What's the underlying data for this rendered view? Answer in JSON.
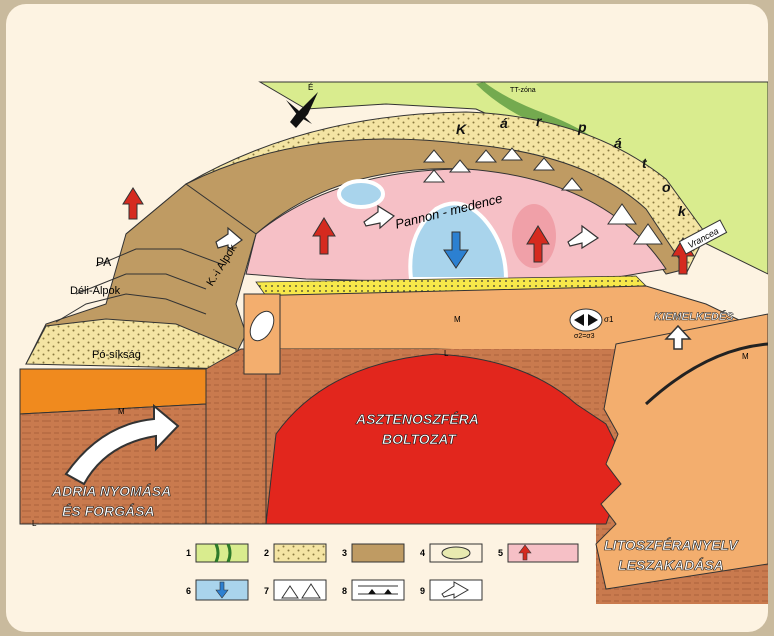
{
  "colors": {
    "background": "#fdf3e2",
    "border": "#c9ba9d",
    "carpathians": "#d9ec8e",
    "flysch": "#f4e4a3",
    "mountains": "#bf9b63",
    "basin": "#f6c0c6",
    "upwelling": "#a9d4ec",
    "crust": "#f3ae6e",
    "mantle": "#c97a4e",
    "asthenosphere": "#e2261d",
    "arrow_red": "#d52a1f",
    "arrow_blue": "#2c80d1"
  },
  "labels": {
    "tt_zone": "TT-zóna",
    "karpatok": [
      "K",
      "á",
      "r",
      "p",
      "á",
      "t",
      "o",
      "k"
    ],
    "pannon_medence": "Pannon - medence",
    "k_alpok": "K.-i Alpok",
    "pa": "PA",
    "deli_alpok": "Déli-Alpok",
    "po_siksag": "Pó-síkság",
    "adria": [
      "ADRIA NYOMÁSA",
      "ÉS FORGÁSA"
    ],
    "asztenoszfera": [
      "ASZTENOSZFÉRA",
      "BOLTOZAT"
    ],
    "litoszfera": [
      "LITOSZFÉRANYELV",
      "LESZAKADÁSA"
    ],
    "kiemelkedes": "KIEMELKEDÉS",
    "vrancea": "Vrancea",
    "moho": "M",
    "litho": "L",
    "compass_e": "É",
    "sigma1": "σ1",
    "sigma23": "σ2=σ3"
  },
  "legend": [
    {
      "num": "1",
      "icon": "carpathian-flysch-icon"
    },
    {
      "num": "2",
      "icon": "sediment-dots-icon"
    },
    {
      "num": "3",
      "icon": "mountain-fill-icon"
    },
    {
      "num": "4",
      "icon": "compression-ellipse-icon"
    },
    {
      "num": "5",
      "icon": "uplift-red-arrow-icon"
    },
    {
      "num": "6",
      "icon": "subsidence-blue-arrow-icon"
    },
    {
      "num": "7",
      "icon": "volcano-icon"
    },
    {
      "num": "8",
      "icon": "thrust-fault-icon"
    },
    {
      "num": "9",
      "icon": "movement-arrow-icon"
    }
  ]
}
